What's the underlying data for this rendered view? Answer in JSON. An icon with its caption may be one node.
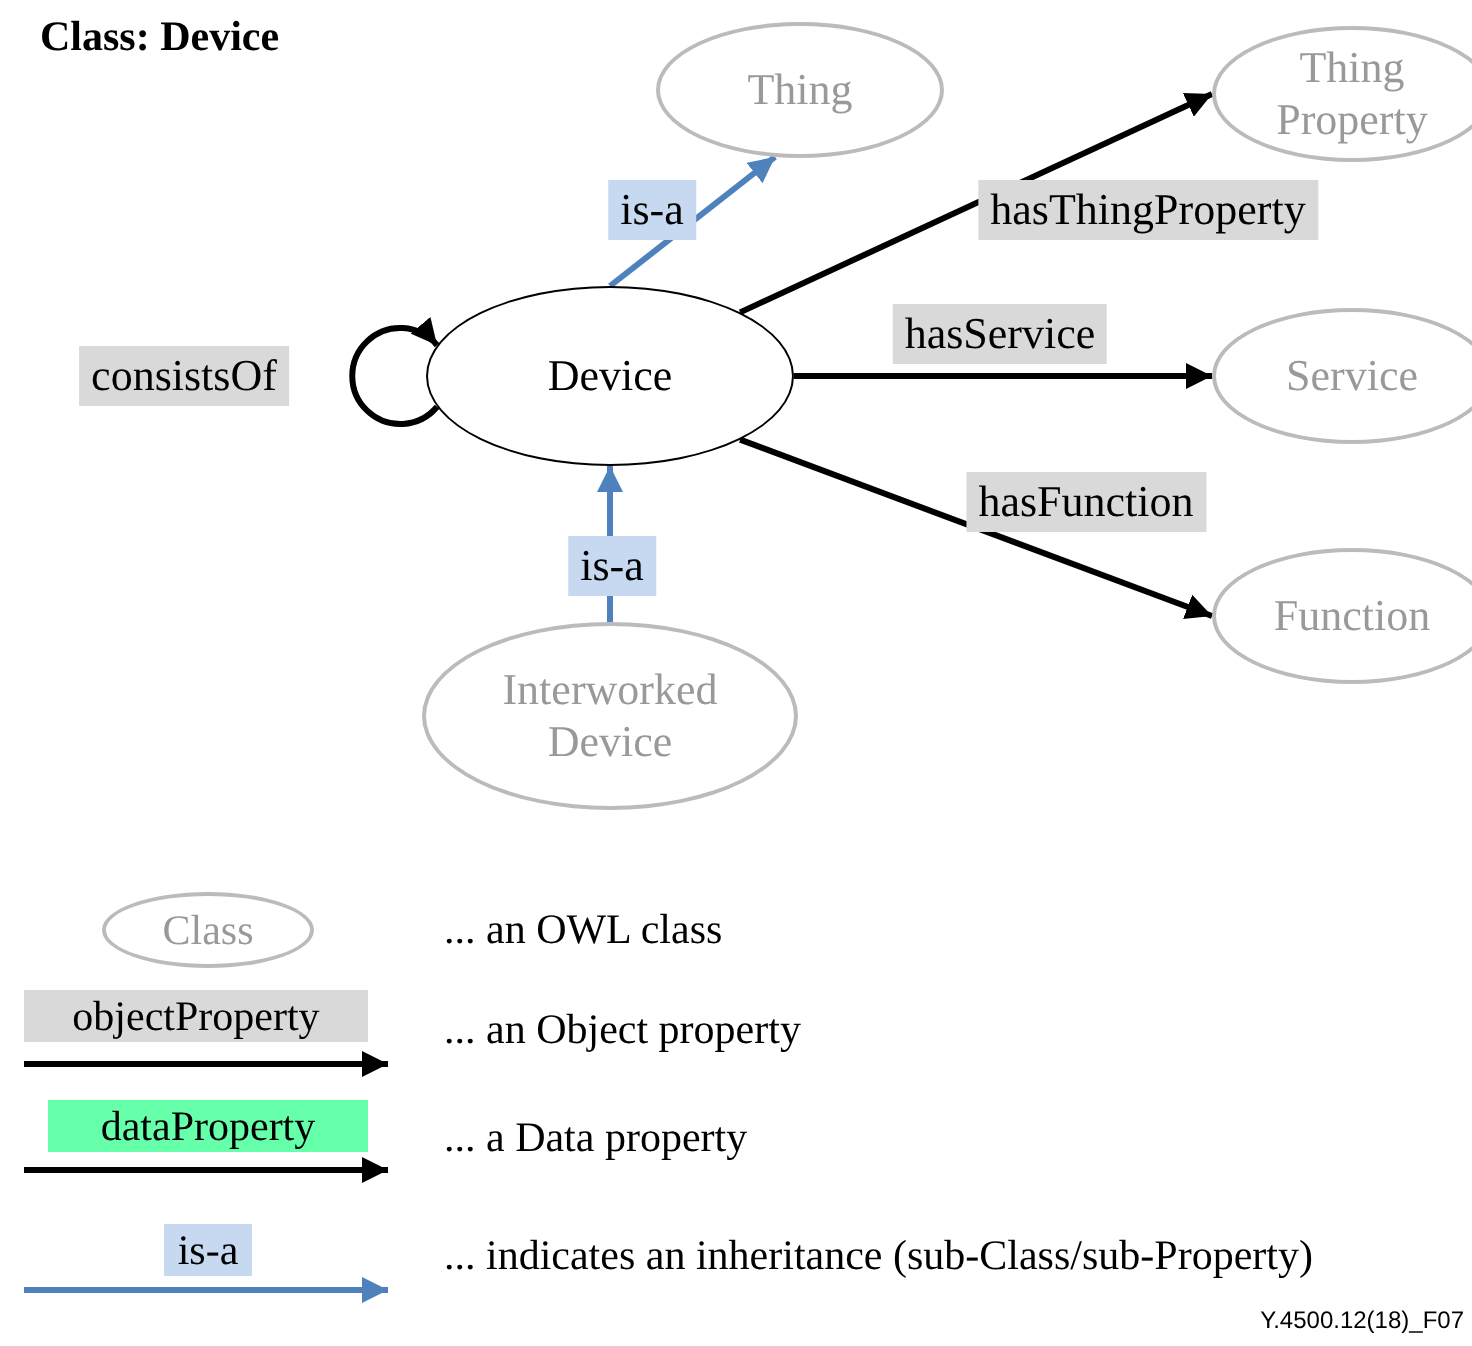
{
  "diagram": {
    "title": "Class: Device",
    "nodes": [
      {
        "text": [
          "Device"
        ]
      },
      {
        "text": [
          "Thing"
        ]
      },
      {
        "text": [
          "Thing Property"
        ]
      },
      {
        "text": [
          "Service"
        ]
      },
      {
        "text": [
          "Function"
        ]
      },
      {
        "text": [
          "Interworked Device"
        ]
      }
    ],
    "edges": [
      {
        "from": 0,
        "to": 0,
        "arrow": "to",
        "label": "consistsOf"
      },
      {
        "from": 0,
        "to": 1,
        "arrow": "to",
        "label": "is-a",
        "color": "#4f81bd"
      },
      {
        "from": 0,
        "to": 2,
        "arrow": "to",
        "label": "hasThingProperty"
      },
      {
        "from": 0,
        "to": 3,
        "arrow": "to",
        "label": "hasService"
      },
      {
        "from": 0,
        "to": 4,
        "arrow": "to",
        "label": "hasFunction"
      },
      {
        "from": 5,
        "to": 0,
        "arrow": "to",
        "label": "is-a",
        "color": "#4f81bd"
      }
    ],
    "labels": [
      "Class",
      "objectProperty",
      "dataProperty",
      "is-a",
      "Y.4500.12(18)_F07"
    ],
    "legend": [
      {
        "text": "... an OWL class"
      },
      {
        "text": "... an Object property"
      },
      {
        "text": "... a Data property"
      },
      {
        "text": "... indicates an inheritance (sub-Class/sub-Property)"
      }
    ]
  }
}
